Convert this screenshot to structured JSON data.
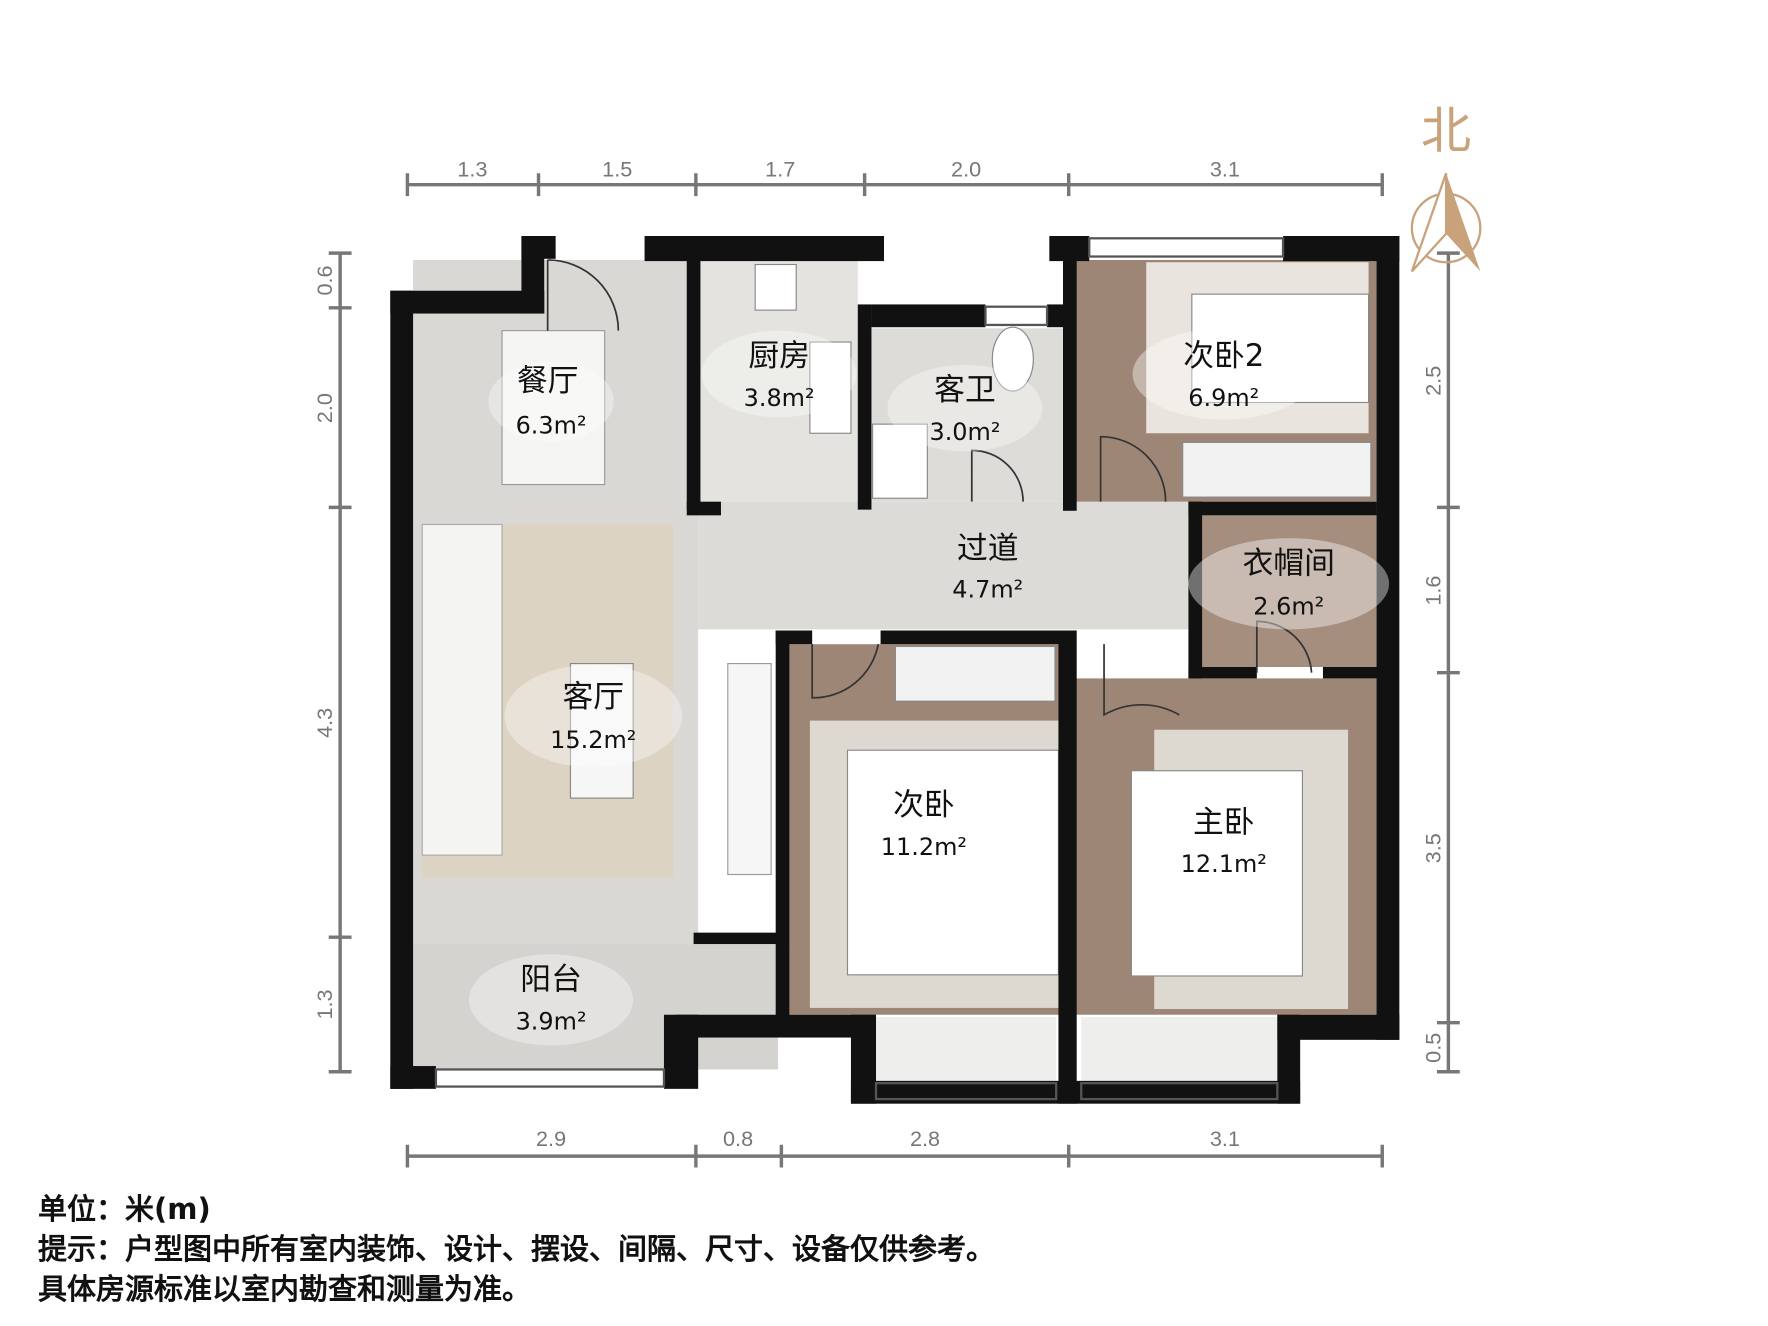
{
  "north": {
    "label": "北",
    "color": "#c8a27a"
  },
  "rooms": {
    "dining": {
      "name": "餐厅",
      "area": "6.3m²"
    },
    "kitchen": {
      "name": "厨房",
      "area": "3.8m²"
    },
    "guest_bath": {
      "name": "客卫",
      "area": "3.0m²"
    },
    "bedroom2": {
      "name": "次卧2",
      "area": "6.9m²"
    },
    "hallway": {
      "name": "过道",
      "area": "4.7m²"
    },
    "closet": {
      "name": "衣帽间",
      "area": "2.6m²"
    },
    "living": {
      "name": "客厅",
      "area": "15.2m²"
    },
    "second_bedroom": {
      "name": "次卧",
      "area": "11.2m²"
    },
    "master": {
      "name": "主卧",
      "area": "12.1m²"
    },
    "balcony": {
      "name": "阳台",
      "area": "3.9m²"
    }
  },
  "dimensions": {
    "top": [
      "1.3",
      "1.5",
      "1.7",
      "2.0",
      "3.1"
    ],
    "bottom": [
      "2.9",
      "0.8",
      "2.8",
      "3.1"
    ],
    "left": [
      "0.6",
      "2.0",
      "4.3",
      "1.3"
    ],
    "right": [
      "2.5",
      "1.6",
      "3.5",
      "0.5"
    ]
  },
  "footer": {
    "unit": "单位：米(m)",
    "note1": "提示：户型图中所有室内装饰、设计、摆设、间隔、尺寸、设备仅供参考。",
    "note2": "具体房源标准以室内勘查和测量为准。"
  },
  "colors": {
    "wall": "#111111",
    "tile": "#d9d8d4",
    "wood": "#9e8676",
    "dim": "#777777"
  }
}
